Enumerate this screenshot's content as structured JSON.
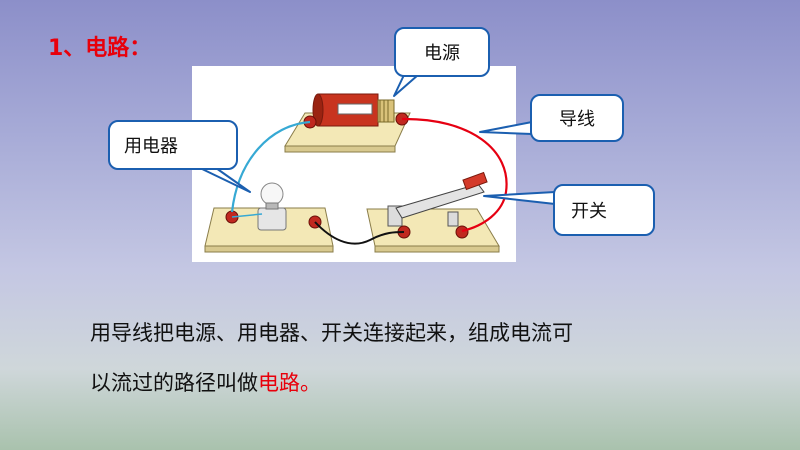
{
  "heading": "1、电路：",
  "labels": {
    "power_source": "电源",
    "appliance": "用电器",
    "wire": "导线",
    "switch": "开关"
  },
  "body": {
    "line1": "用导线把电源、用电器、开关连接起来，组成电流可",
    "line2_prefix": "以流过的路径叫做",
    "line2_highlight": "电路。"
  },
  "colors": {
    "heading": "#e8000b",
    "callout_border": "#1b5fb0",
    "red_wire": "#e60012",
    "cyan_wire": "#36a9d4",
    "black_wire": "#111111"
  }
}
